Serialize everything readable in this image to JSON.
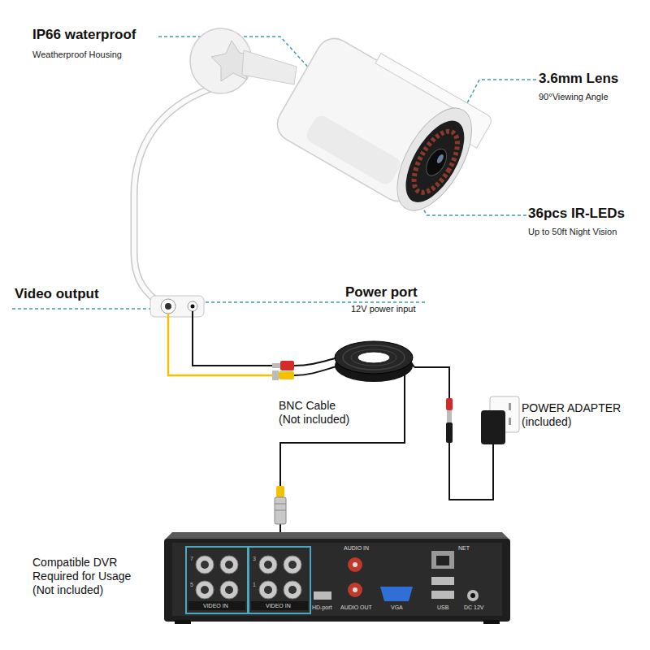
{
  "diagram": {
    "nodes": [
      {
        "text": [
          "Video output"
        ]
      },
      {
        "text": [
          "Power port",
          "12V power input"
        ]
      },
      {
        "text": [
          "BNC Cable (Not included)"
        ]
      },
      {
        "text": [
          "POWER ADAPTER (included)"
        ]
      },
      {
        "text": [
          "Compatible DVR Required for Usage (Not included)"
        ]
      }
    ],
    "edges": [
      {
        "from": 0,
        "to": 2,
        "arrow": "none"
      },
      {
        "from": 1,
        "to": 2,
        "arrow": "none"
      },
      {
        "from": 2,
        "to": 4,
        "arrow": "none"
      },
      {
        "from": 2,
        "to": 3,
        "arrow": "none"
      }
    ],
    "labels": [
      "IP66 waterproof",
      "Weatherproof Housing",
      "3.6mm Lens",
      "90°Viewing Angle",
      "36pcs IR-LEDs",
      "Up to 50ft Night Vision",
      "VIDEO IN",
      "VIDEO IN",
      "AUDIO IN",
      "HD-port",
      "AUDIO OUT",
      "VGA",
      "USB",
      "DC 12V",
      "NET",
      "7",
      "5",
      "3",
      "1"
    ]
  }
}
